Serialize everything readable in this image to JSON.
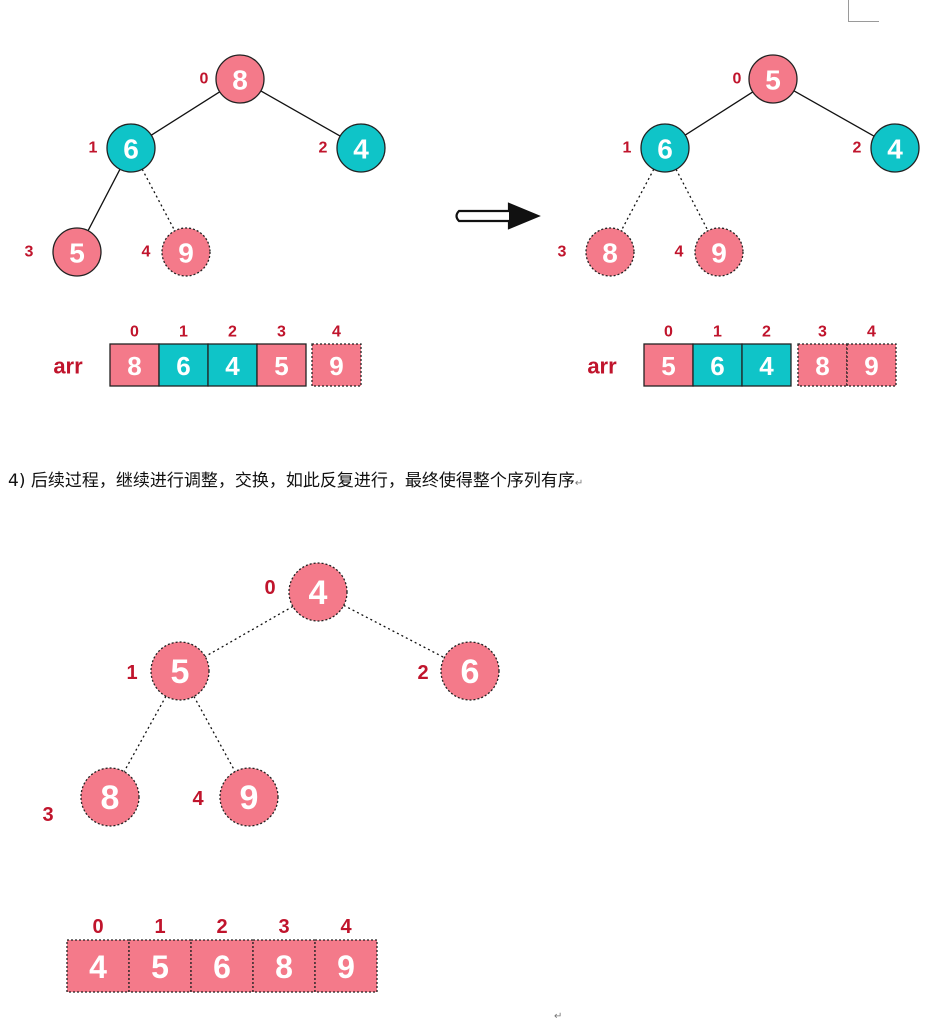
{
  "colors": {
    "pink": "#f47a8a",
    "teal": "#0fc4c8",
    "label_red": "#c0142c",
    "edge": "#111111"
  },
  "step3_before": {
    "nodes": [
      {
        "index": "0",
        "value": "8",
        "color": "pink"
      },
      {
        "index": "1",
        "value": "6",
        "color": "teal"
      },
      {
        "index": "2",
        "value": "4",
        "color": "teal"
      },
      {
        "index": "3",
        "value": "5",
        "color": "pink"
      },
      {
        "index": "4",
        "value": "9",
        "color": "pink",
        "dashed": true
      }
    ],
    "array": {
      "label": "arr",
      "cells": [
        {
          "index": "0",
          "value": "8",
          "color": "pink"
        },
        {
          "index": "1",
          "value": "6",
          "color": "teal"
        },
        {
          "index": "2",
          "value": "4",
          "color": "teal"
        },
        {
          "index": "3",
          "value": "5",
          "color": "pink"
        },
        {
          "index": "4",
          "value": "9",
          "color": "pink",
          "dashed": true
        }
      ]
    }
  },
  "step3_after": {
    "nodes": [
      {
        "index": "0",
        "value": "5",
        "color": "pink"
      },
      {
        "index": "1",
        "value": "6",
        "color": "teal"
      },
      {
        "index": "2",
        "value": "4",
        "color": "teal"
      },
      {
        "index": "3",
        "value": "8",
        "color": "pink",
        "dashed": true
      },
      {
        "index": "4",
        "value": "9",
        "color": "pink",
        "dashed": true
      }
    ],
    "array": {
      "label": "arr",
      "cells": [
        {
          "index": "0",
          "value": "5",
          "color": "pink"
        },
        {
          "index": "1",
          "value": "6",
          "color": "teal"
        },
        {
          "index": "2",
          "value": "4",
          "color": "teal"
        },
        {
          "index": "3",
          "value": "8",
          "color": "pink",
          "dashed": true
        },
        {
          "index": "4",
          "value": "9",
          "color": "pink",
          "dashed": true
        }
      ]
    }
  },
  "caption": "4) 后续过程，继续进行调整，交换，如此反复进行，最终使得整个序列有序",
  "return_mark": "↵",
  "step4": {
    "nodes": [
      {
        "index": "0",
        "value": "4",
        "color": "pink",
        "dashed": true
      },
      {
        "index": "1",
        "value": "5",
        "color": "pink",
        "dashed": true
      },
      {
        "index": "2",
        "value": "6",
        "color": "pink",
        "dashed": true
      },
      {
        "index": "3",
        "value": "8",
        "color": "pink",
        "dashed": true
      },
      {
        "index": "4",
        "value": "9",
        "color": "pink",
        "dashed": true
      }
    ],
    "array": {
      "cells": [
        {
          "index": "0",
          "value": "4",
          "color": "pink",
          "dashed": true
        },
        {
          "index": "1",
          "value": "5",
          "color": "pink",
          "dashed": true
        },
        {
          "index": "2",
          "value": "6",
          "color": "pink",
          "dashed": true
        },
        {
          "index": "3",
          "value": "8",
          "color": "pink",
          "dashed": true
        },
        {
          "index": "4",
          "value": "9",
          "color": "pink",
          "dashed": true
        }
      ]
    }
  }
}
